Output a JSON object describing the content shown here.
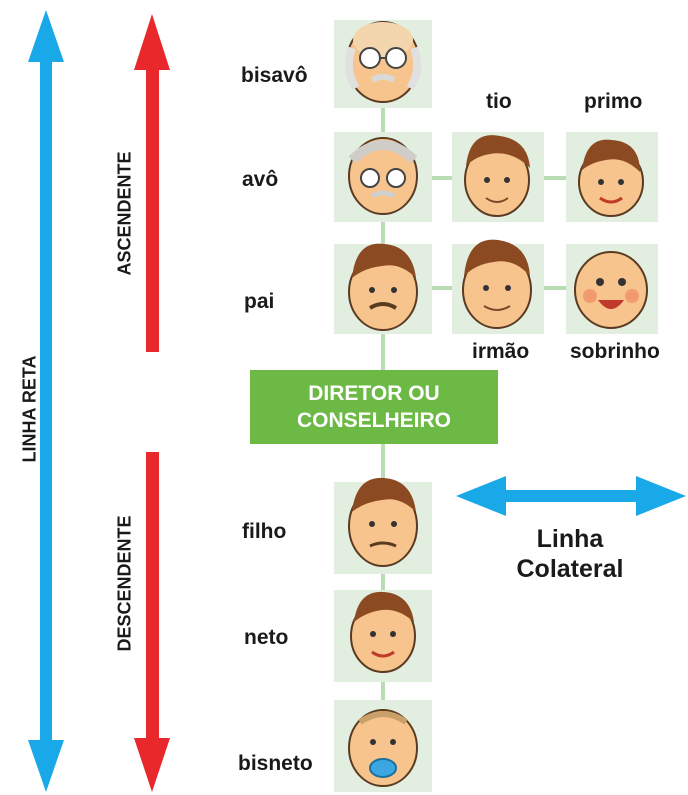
{
  "axes": {
    "linha_reta": "LINHA RETA",
    "ascendente": "ASCENDENTE",
    "descendente": "DESCENDENTE",
    "linha_colateral_1": "Linha",
    "linha_colateral_2": "Colateral"
  },
  "center": {
    "line1": "DIRETOR OU",
    "line2": "CONSELHEIRO"
  },
  "ascendants": {
    "bisavo": "bisavô",
    "avo": "avô",
    "pai": "pai"
  },
  "collaterals": {
    "tio": "tio",
    "primo": "primo",
    "irmao": "irmão",
    "sobrinho": "sobrinho"
  },
  "descendants": {
    "filho": "filho",
    "neto": "neto",
    "bisneto": "bisneto"
  },
  "colors": {
    "blue_arrow": "#1aa9e8",
    "red_arrow": "#e8282b",
    "green_box": "#6db945",
    "tile_bg": "#e2efe0",
    "connector": "#b9dcb4",
    "skin": "#f6c48c"
  }
}
